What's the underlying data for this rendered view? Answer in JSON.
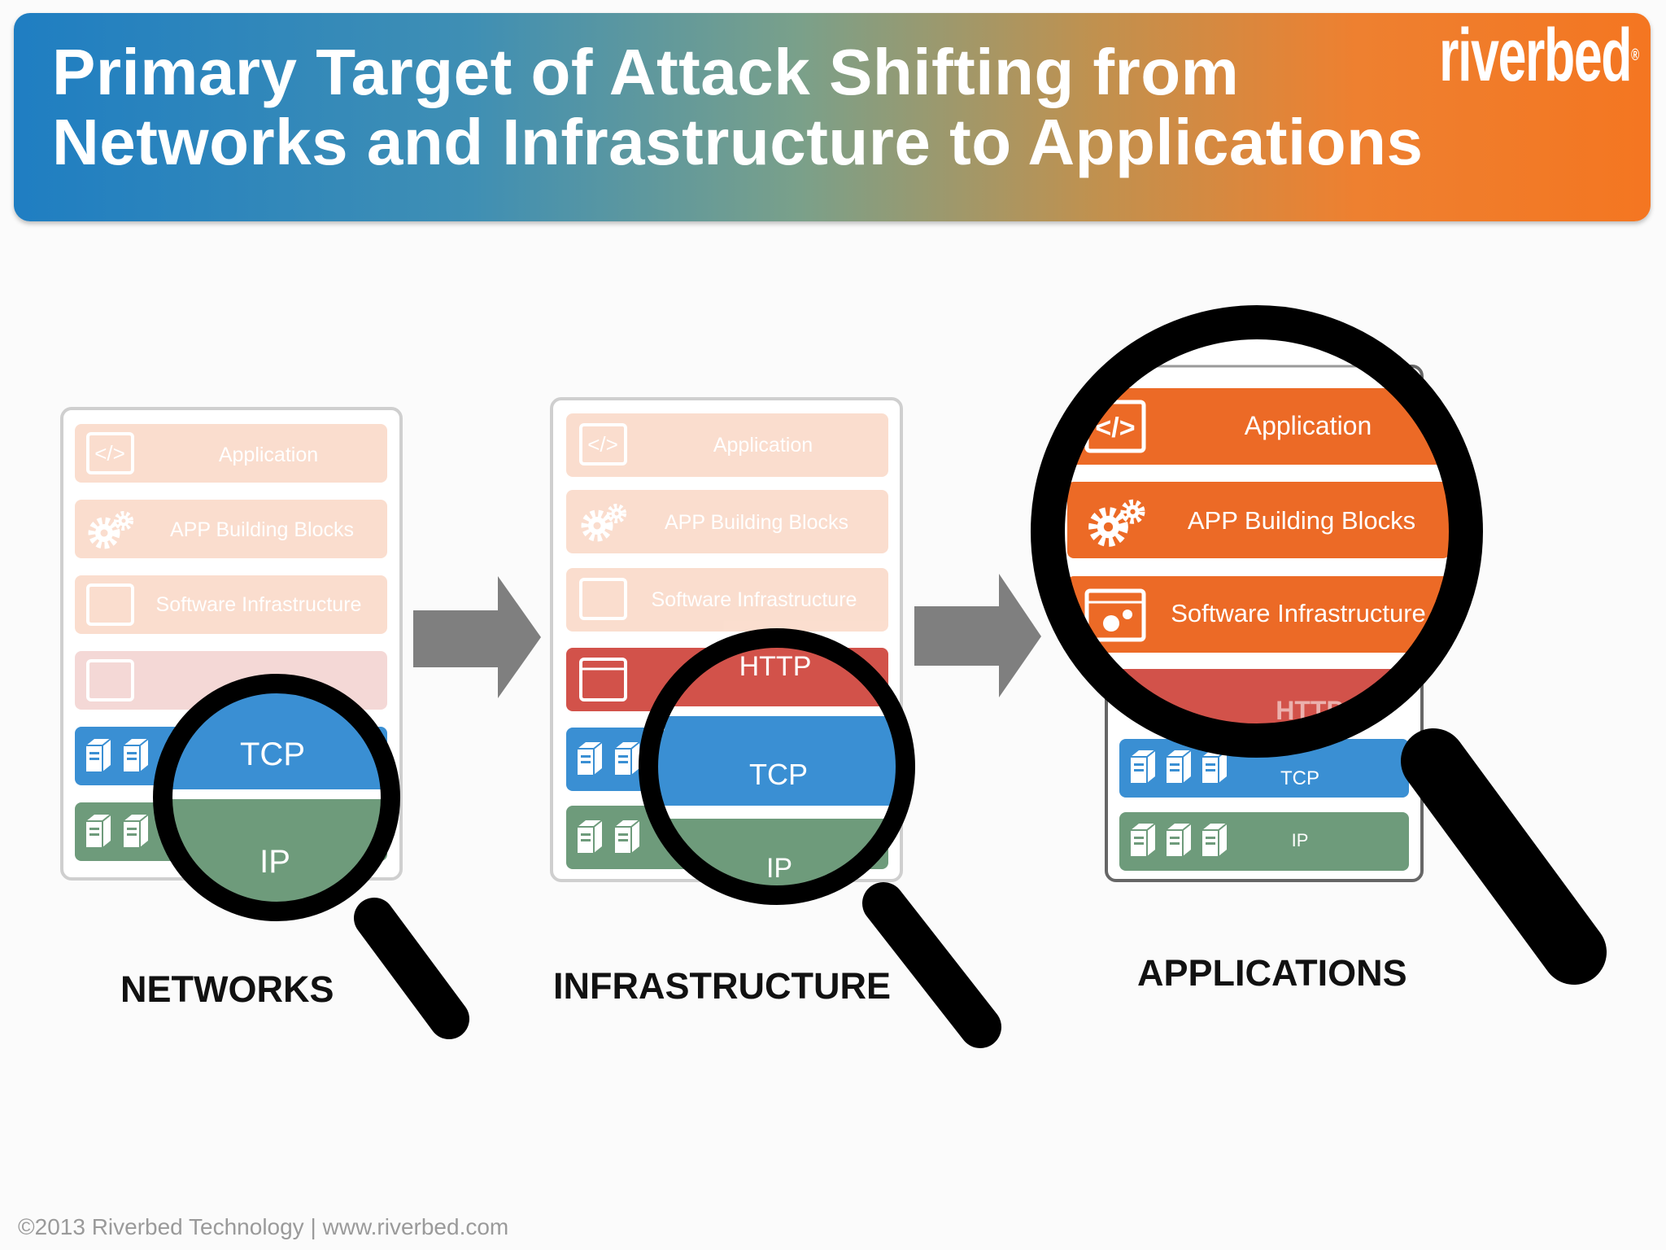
{
  "header": {
    "title_line1": "Primary Target of Attack Shifting from",
    "title_line2": "Networks and Infrastructure to Applications",
    "logo": "riverbed"
  },
  "stacks": {
    "networks": {
      "application": "Application",
      "building_blocks": "APP Building Blocks",
      "software_infra": "Software Infrastructure",
      "tcp": "TCP",
      "ip": "IP",
      "caption": "NETWORKS"
    },
    "infrastructure": {
      "application": "Application",
      "building_blocks": "APP Building Blocks",
      "software_infra": "Software Infrastructure",
      "http": "HTTP",
      "tcp": "TCP",
      "ip": "IP",
      "caption": "INFRASTRUCTURE"
    },
    "applications": {
      "application": "Application",
      "building_blocks": "APP Building Blocks",
      "software_infra": "Software Infrastructure",
      "http": "HTTP",
      "tcp": "TCP",
      "ip": "IP",
      "caption": "APPLICATIONS"
    }
  },
  "code_icon_text": "</>",
  "colors": {
    "orange": "#ec6a26",
    "orange_faded": "#fbe1d3",
    "red": "#d2524a",
    "blue": "#3a8fd3",
    "green": "#6e9b7b",
    "arrow": "#7f7f7f"
  },
  "footer": "©2013 Riverbed Technology  |  www.riverbed.com"
}
